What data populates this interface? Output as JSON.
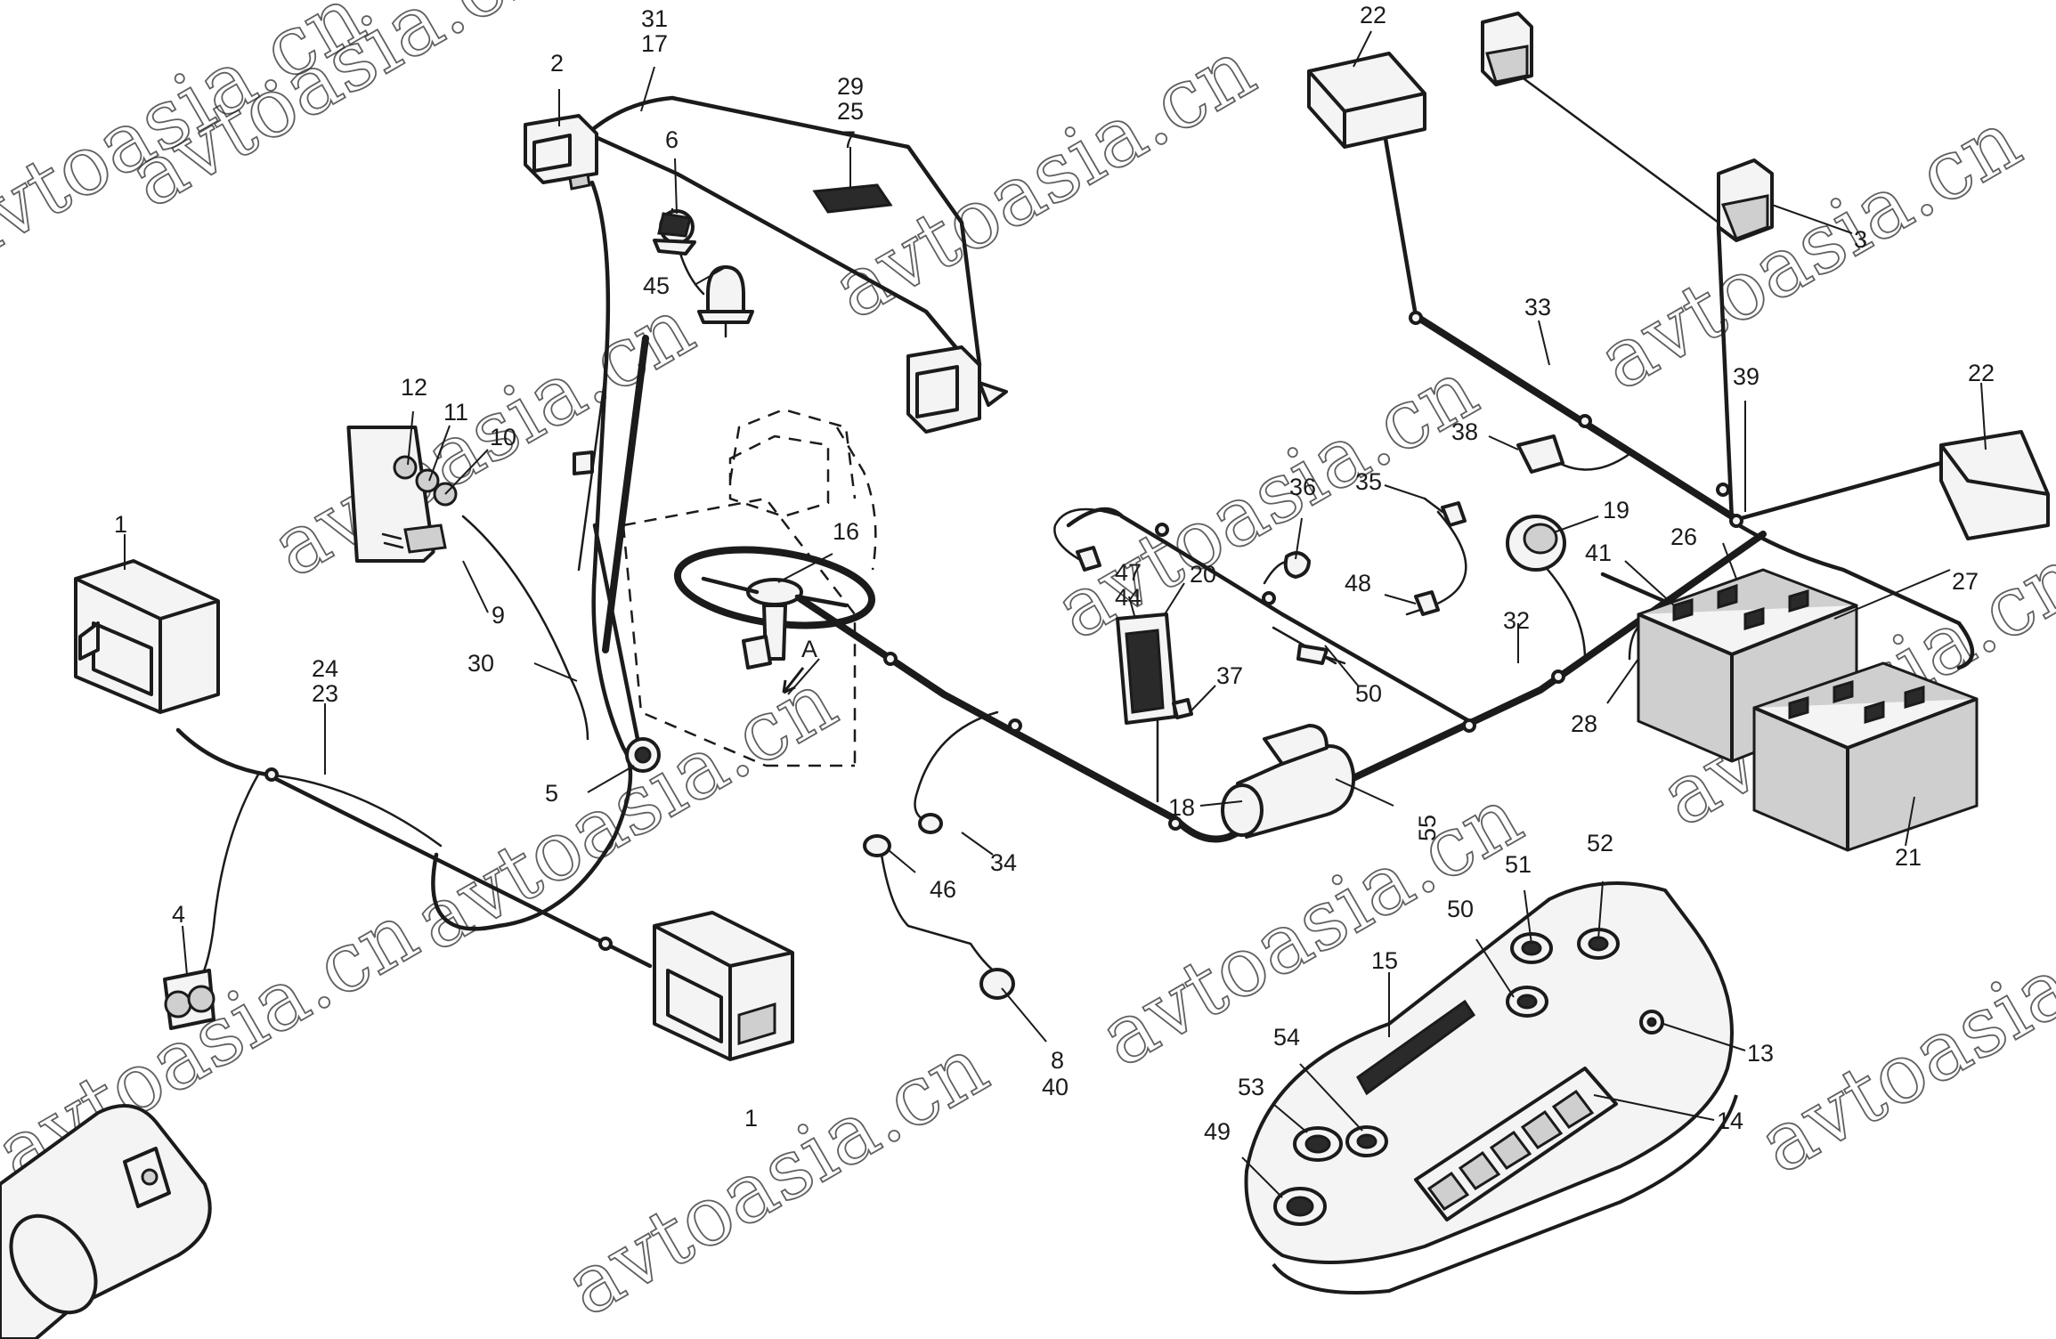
{
  "watermark": "avtoasia.cn",
  "callouts": {
    "c1a": "1",
    "c1b": "1",
    "c2": "2",
    "c3": "3",
    "c4": "4",
    "c5": "5",
    "c6": "6",
    "c7_25_29": [
      "29",
      "25",
      "7"
    ],
    "c8_40": [
      "8",
      "40"
    ],
    "c9": "9",
    "c10": "10",
    "c11": "11",
    "c12": "12",
    "c13": "13",
    "c14": "14",
    "c15": "15",
    "c16": "16",
    "c17_31": [
      "31",
      "17"
    ],
    "c18": "18",
    "c19": "19",
    "c20": "20",
    "c21": "21",
    "c22a": "22",
    "c22b": "22",
    "c23_24": [
      "24",
      "23"
    ],
    "c26": "26",
    "c27": "27",
    "c28": "28",
    "c30": "30",
    "c32": "32",
    "c33": "33",
    "c34": "34",
    "c35": "35",
    "c36": "36",
    "c37": "37",
    "c38": "38",
    "c39": "39",
    "c41": "41",
    "c44_47": [
      "47",
      "44"
    ],
    "c45": "45",
    "c46": "46",
    "c48": "48",
    "c49": "49",
    "c50a": "50",
    "c50b": "50",
    "c51": "51",
    "c52": "52",
    "c53": "53",
    "c54": "54",
    "c55": "55",
    "viewA": "A"
  }
}
